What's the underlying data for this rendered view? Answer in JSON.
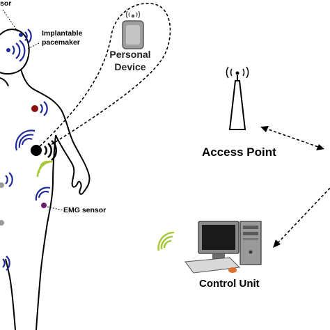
{
  "labels": {
    "sensor_top": "sor",
    "pacemaker_line1": "Implantable",
    "pacemaker_line2": "pacemaker",
    "personal_device_line1": "Personal",
    "personal_device_line2": "Device",
    "emg_sensor": "EMG sensor",
    "access_point": "Access Point",
    "control_unit": "Control Unit"
  },
  "icons": [
    "wireless-signal-icon",
    "phone-icon",
    "antenna-tower-icon",
    "desktop-computer-icon",
    "sensor-node-icon"
  ],
  "colors": {
    "signal_blue": "#1e2a9a",
    "signal_green": "#a6c93a",
    "pacemaker_red": "#8b1010",
    "emg_purple": "#6a1a6a",
    "sensor_gray": "#9a9a9a"
  }
}
